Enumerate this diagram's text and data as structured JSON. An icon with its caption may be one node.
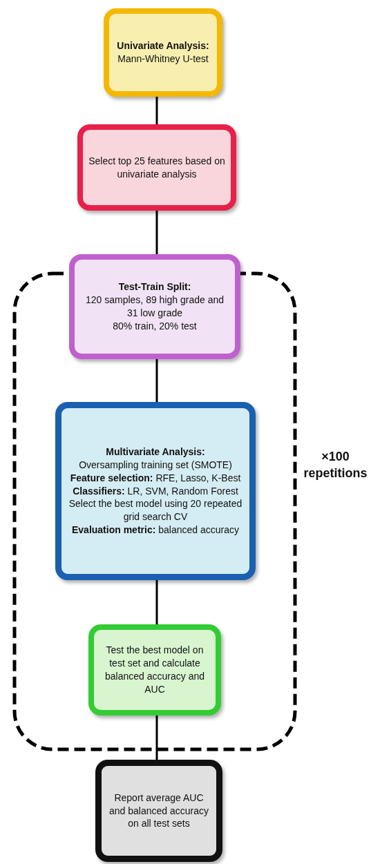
{
  "diagram": {
    "nodes": [
      {
        "text": [
          "Univariate Analysis:",
          "Mann-Whitney U-test"
        ]
      },
      {
        "text": [
          "Select top 25 features based on univariate analysis"
        ]
      },
      {
        "text": [],
        "shape": "box",
        "beside": [
          "×100 repetitions"
        ]
      },
      {
        "text": [
          "Test-Train Split:",
          "120 samples, 89 high grade and 31 low grade",
          "80% train, 20% test"
        ]
      },
      {
        "text": [
          "Multivariate Analysis:",
          "Oversampling training set (SMOTE)",
          "**Feature selection:** RFE, Lasso, K-Best",
          "**Classifiers:** LR, SVM, Random Forest",
          "Select the best model using 20 repeated grid search CV",
          "**Evaluation metric:** balanced accuracy"
        ],
        "in": 2
      },
      {
        "text": [
          "Test the best model on test set and calculate balanced accuracy and AUC"
        ],
        "in": 2
      },
      {
        "text": [
          "Report average AUC and balanced accuracy on all test sets"
        ]
      }
    ],
    "edges": [
      {
        "from": 0,
        "to": 1,
        "arrow": "none"
      },
      {
        "from": 1,
        "to": 3,
        "arrow": "none"
      },
      {
        "from": 3,
        "to": 4,
        "arrow": "none"
      },
      {
        "from": 4,
        "to": 5,
        "arrow": "none"
      },
      {
        "from": 5,
        "to": 6,
        "arrow": "none"
      }
    ]
  }
}
